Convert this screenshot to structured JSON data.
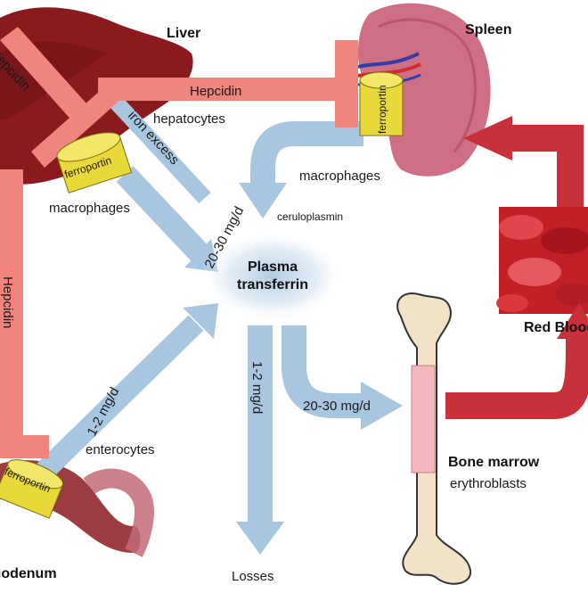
{
  "labels": {
    "liver": "Liver",
    "spleen": "Spleen",
    "duodenum": "Duodenum",
    "red_blood_cells": "Red Blood Cells",
    "bone_marrow": "Bone marrow",
    "erythroblasts": "erythroblasts",
    "plasma_transferrin_line1": "Plasma",
    "plasma_transferrin_line2": "transferrin",
    "hepatocytes": "hepatocytes",
    "macrophages_liver": "macrophages",
    "macrophages_spleen": "macrophages",
    "enterocytes": "enterocytes",
    "ceruloplasmin": "ceruloplasmin",
    "losses": "Losses",
    "iron_excess": "iron excess"
  },
  "hepcidin": {
    "top": "Hepcidin",
    "left_vertical": "Hepcidin",
    "top_left_diagonal": "Hepcidin"
  },
  "ferroportin": {
    "liver": "ferroportin",
    "spleen": "ferroportin",
    "duodenum": "ferroportin"
  },
  "flows": {
    "spleen_to_plasma": "20-30 mg/d",
    "duodenum_to_plasma": "1-2 mg/d",
    "plasma_to_losses": "1-2 mg/d",
    "plasma_to_marrow": "20-30 mg/d"
  },
  "colors": {
    "hepcidin_bar": "#f0857d",
    "iron_flow_arrow": "#a9c6e0",
    "rbc_arrow": "#c8313a",
    "liver": "#8b1a1e",
    "spleen": "#cf6f86",
    "ferroportin": "#e9d83a"
  }
}
